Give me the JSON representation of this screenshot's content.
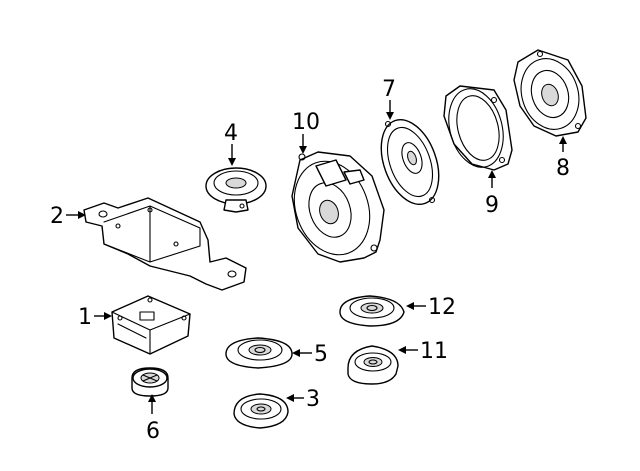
{
  "callouts": [
    {
      "id": "1",
      "label": "1"
    },
    {
      "id": "2",
      "label": "2"
    },
    {
      "id": "3",
      "label": "3"
    },
    {
      "id": "4",
      "label": "4"
    },
    {
      "id": "5",
      "label": "5"
    },
    {
      "id": "6",
      "label": "6"
    },
    {
      "id": "7",
      "label": "7"
    },
    {
      "id": "8",
      "label": "8"
    },
    {
      "id": "9",
      "label": "9"
    },
    {
      "id": "10",
      "label": "10"
    },
    {
      "id": "11",
      "label": "11"
    },
    {
      "id": "12",
      "label": "12"
    }
  ],
  "colors": {
    "line": "#000000",
    "background": "#ffffff",
    "shade": "#d9d9d9"
  }
}
